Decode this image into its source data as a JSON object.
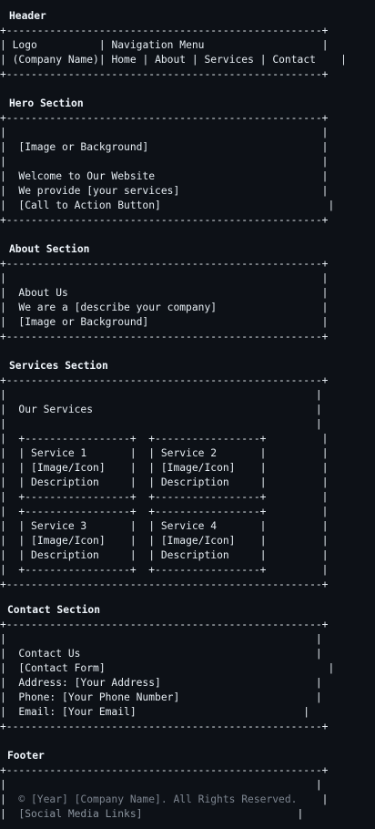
{
  "header": {
    "label": "Header",
    "logo": "Logo",
    "company_name": "(Company Name)",
    "nav_title": "Navigation Menu",
    "nav": [
      "Home",
      "About",
      "Services",
      "Contact"
    ]
  },
  "hero": {
    "label": "Hero Section",
    "image": "[Image or Background]",
    "welcome": "Welcome to Our Website",
    "provide": "We provide [your services]",
    "cta": "[Call to Action Button]"
  },
  "about": {
    "label": "About Section",
    "title": "About Us",
    "desc": "We are a [describe your company]",
    "image": "[Image or Background]"
  },
  "services": {
    "label": "Services Section",
    "title": "Our Services",
    "items": [
      {
        "title": "Service 1",
        "image": "[Image/Icon]",
        "desc": "Description"
      },
      {
        "title": "Service 2",
        "image": "[Image/Icon]",
        "desc": "Description"
      },
      {
        "title": "Service 3",
        "image": "[Image/Icon]",
        "desc": "Description"
      },
      {
        "title": "Service 4",
        "image": "[Image/Icon]",
        "desc": "Description"
      }
    ]
  },
  "contact": {
    "label": "Contact Section",
    "title": "Contact Us",
    "form": "[Contact Form]",
    "address": "Address: [Your Address]",
    "phone": "Phone: [Your Phone Number]",
    "email": "Email: [Your Email]"
  },
  "footer": {
    "label": "Footer",
    "copyright": "© [Year] [Company Name]. All Rights Reserved.",
    "social": "[Social Media Links]"
  }
}
